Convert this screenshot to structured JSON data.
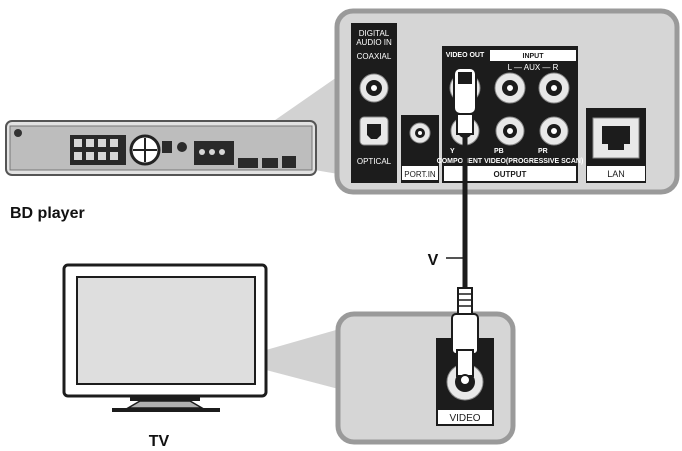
{
  "labels": {
    "bd_player": "BD player",
    "tv": "TV",
    "cable": "V"
  },
  "player_panel": {
    "digital_audio_in": [
      "DIGITAL",
      "AUDIO IN"
    ],
    "coaxial": "COAXIAL",
    "optical": "OPTICAL",
    "port_in": "PORT.IN",
    "video_out": "VIDEO OUT",
    "input": "INPUT",
    "aux": "L — AUX — R",
    "y": "Y",
    "pb": "PB",
    "pr": "PR",
    "component": "COMPONENT VIDEO(PROGRESSIVE SCAN)",
    "output": "OUTPUT",
    "lan": "LAN"
  },
  "tv_panel": {
    "video": "VIDEO"
  }
}
